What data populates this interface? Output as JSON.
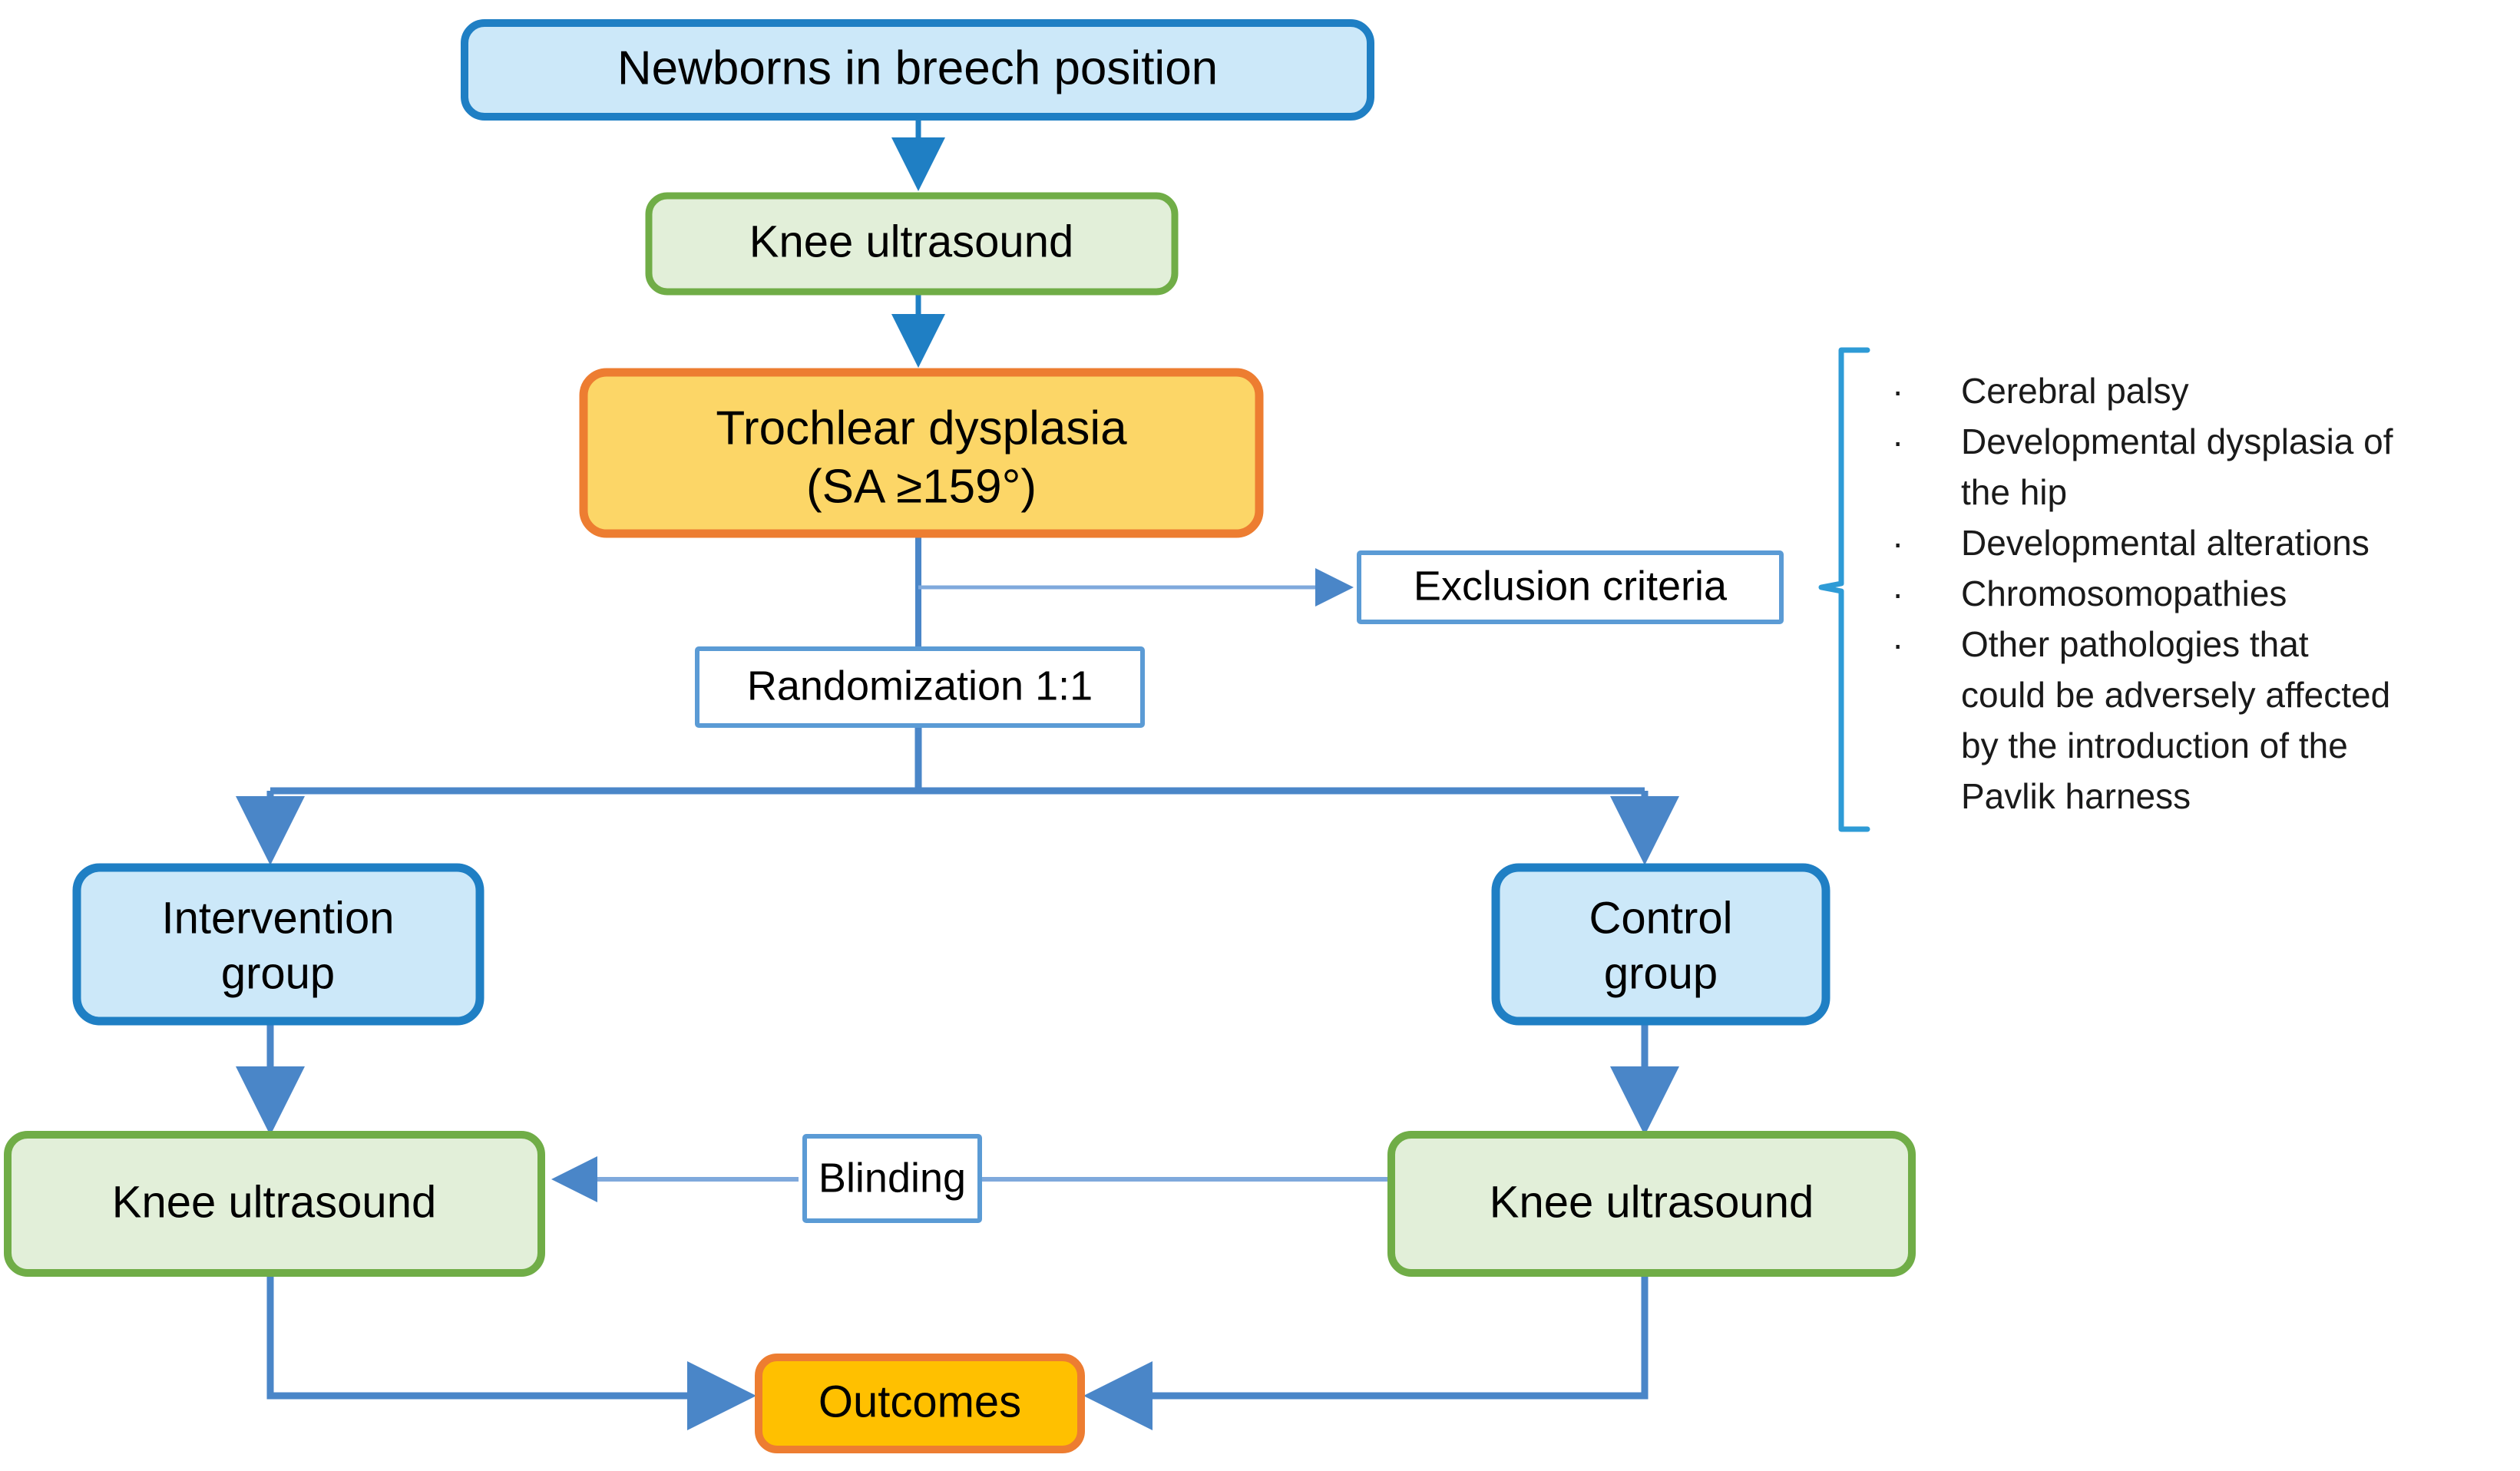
{
  "diagram": {
    "type": "clinical-trial-flowchart",
    "title": "Newborn breech trochlear dysplasia randomized trial flow",
    "colors": {
      "blue_fill": "#CCE8F9",
      "blue_border": "#1F7FC4",
      "green_fill": "#E2EFD9",
      "green_border": "#70AD47",
      "orange_fill": "#FCD667",
      "orange_border": "#ED7D31",
      "outcome_fill": "#FFC000",
      "outcome_border": "#ED7D31",
      "plain_fill": "#FFFFFF",
      "plain_border": "#5B9BD5",
      "arrow_blue": "#1F7FC4",
      "arrow_light": "#5B9BD5",
      "brace": "#2E9BD6",
      "text": "#000000"
    },
    "nodes": {
      "newborns": {
        "label": "Newborns in breech position",
        "style": "blue"
      },
      "knee_us_top": {
        "label": "Knee ultrasound",
        "style": "green"
      },
      "trochlear_line1": {
        "label": "Trochlear dysplasia",
        "style": "orange"
      },
      "trochlear_line2": {
        "label": "(SA ≥159°)",
        "style": "orange"
      },
      "exclusion": {
        "label": "Exclusion criteria",
        "style": "plain"
      },
      "randomization": {
        "label": "Randomization 1:1",
        "style": "plain"
      },
      "intervention_line1": {
        "label": "Intervention",
        "style": "blue"
      },
      "intervention_line2": {
        "label": "group",
        "style": "blue"
      },
      "control_line1": {
        "label": "Control",
        "style": "blue"
      },
      "control_line2": {
        "label": "group",
        "style": "blue"
      },
      "knee_us_left": {
        "label": "Knee ultrasound",
        "style": "green"
      },
      "knee_us_right": {
        "label": "Knee ultrasound",
        "style": "green"
      },
      "blinding": {
        "label": "Blinding",
        "style": "plain"
      },
      "outcomes": {
        "label": "Outcomes",
        "style": "outcome"
      }
    },
    "exclusion_criteria": {
      "bullet_glyph": "·",
      "items": [
        [
          "Cerebral palsy"
        ],
        [
          "Developmental dysplasia of",
          "the hip"
        ],
        [
          "Developmental alterations"
        ],
        [
          "Chromosomopathies"
        ],
        [
          "Other pathologies that",
          "could be adversely affected",
          "by the introduction of the",
          "Pavlik harness"
        ]
      ]
    }
  }
}
